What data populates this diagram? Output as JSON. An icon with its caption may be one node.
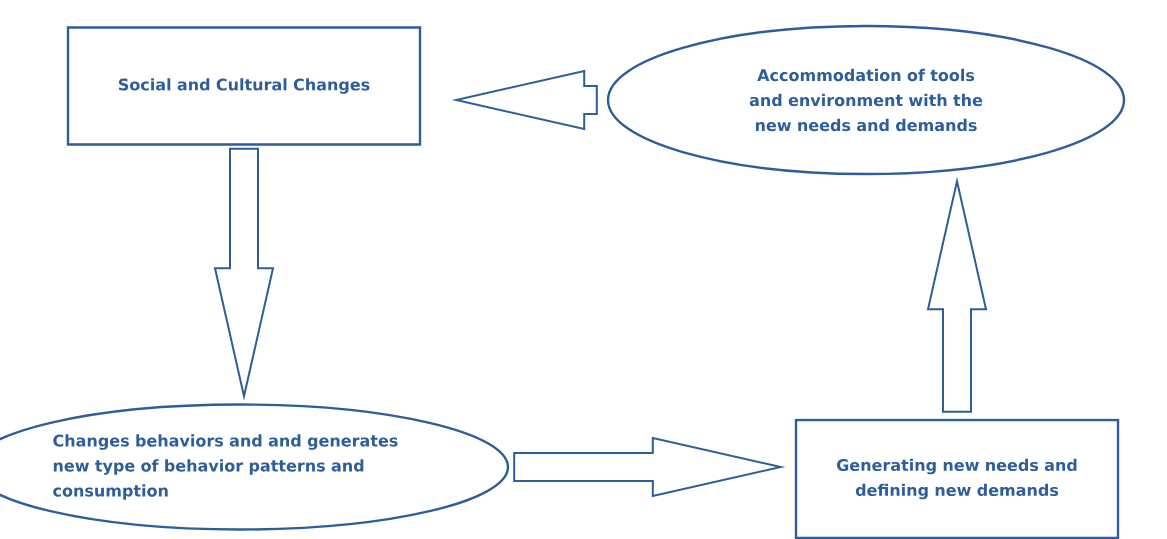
{
  "diagram": {
    "nodes": [
      {
        "text": [
          "Social and Cultural Changes"
        ]
      },
      {
        "text": [
          "Accommodation of tools and environment with the new needs and demands"
        ]
      },
      {
        "text": [
          "Changes behaviors and and generates new type of behavior patterns and consumption"
        ]
      },
      {
        "text": [
          "Generating new needs and defining new demands"
        ]
      }
    ],
    "edges": [
      {
        "from": 1,
        "to": 0,
        "arrow": "to"
      },
      {
        "from": 0,
        "to": 2,
        "arrow": "to"
      },
      {
        "from": 2,
        "to": 3,
        "arrow": "to"
      },
      {
        "from": 3,
        "to": 1,
        "arrow": "to"
      }
    ]
  }
}
